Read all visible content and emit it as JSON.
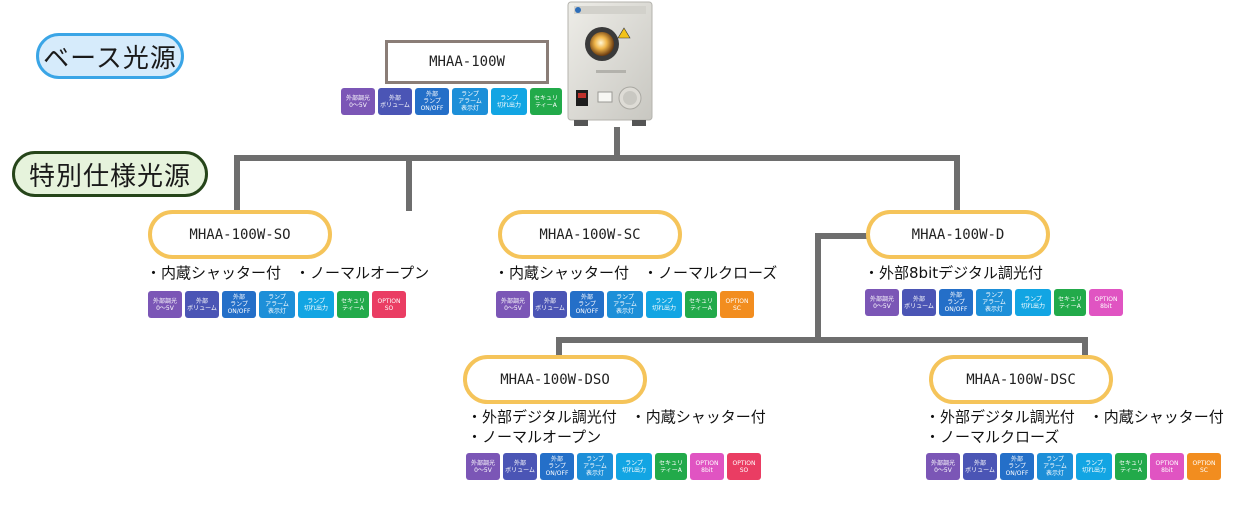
{
  "categories": {
    "base": "ベース光源",
    "special": "特別仕様光源"
  },
  "colors": {
    "connector": "#6e6e6e",
    "base_label_bg": "#d6ebfb",
    "base_label_border": "#3aa5e6",
    "special_label_bg": "#e6f3dc",
    "special_label_border": "#26451a",
    "pill_border": "#f5c45a",
    "base_model_border": "#8a7d77"
  },
  "badge_types": {
    "ext_dim": {
      "text": "外部調光\n0〜5V",
      "color": "#7b56b6"
    },
    "ext_vol": {
      "text": "外部\nボリューム",
      "color": "#4b55b5"
    },
    "ext_lamp": {
      "text": "外部\nランプ\nON/OFF",
      "color": "#246fc8"
    },
    "lamp_alarm": {
      "text": "ランプ\nアラーム\n表示灯",
      "color": "#1d8fd8"
    },
    "lamp_out": {
      "text": "ランプ\n切れ出力",
      "color": "#12a5e3"
    },
    "security": {
      "text": "セキュリ\nティーA",
      "color": "#22aa4a"
    },
    "opt_so": {
      "text": "OPTION\nSO",
      "color": "#ea3d63"
    },
    "opt_sc": {
      "text": "OPTION\nSC",
      "color": "#f28d1f"
    },
    "opt_8bit": {
      "text": "OPTION\n8bit",
      "color": "#e054c2"
    }
  },
  "models": {
    "base": {
      "name": "MHAA-100W",
      "badges": [
        "ext_dim",
        "ext_vol",
        "ext_lamp",
        "lamp_alarm",
        "lamp_out",
        "security"
      ]
    },
    "so": {
      "name": "MHAA-100W-SO",
      "desc": [
        "・内蔵シャッター付",
        "・ノーマルオープン"
      ],
      "badges": [
        "ext_dim",
        "ext_vol",
        "ext_lamp",
        "lamp_alarm",
        "lamp_out",
        "security",
        "opt_so"
      ]
    },
    "sc": {
      "name": "MHAA-100W-SC",
      "desc": [
        "・内蔵シャッター付",
        "・ノーマルクローズ"
      ],
      "badges": [
        "ext_dim",
        "ext_vol",
        "ext_lamp",
        "lamp_alarm",
        "lamp_out",
        "security",
        "opt_sc"
      ]
    },
    "d": {
      "name": "MHAA-100W-D",
      "desc": [
        "・外部8bitデジタル調光付"
      ],
      "badges": [
        "ext_dim",
        "ext_vol",
        "ext_lamp",
        "lamp_alarm",
        "lamp_out",
        "security",
        "opt_8bit"
      ]
    },
    "dso": {
      "name": "MHAA-100W-DSO",
      "desc_line1": [
        "・外部デジタル調光付",
        "・内蔵シャッター付"
      ],
      "desc_line2": "・ノーマルオープン",
      "badges": [
        "ext_dim",
        "ext_vol",
        "ext_lamp",
        "lamp_alarm",
        "lamp_out",
        "security",
        "opt_8bit",
        "opt_so"
      ]
    },
    "dsc": {
      "name": "MHAA-100W-DSC",
      "desc_line1": [
        "・外部デジタル調光付",
        "・内蔵シャッター付"
      ],
      "desc_line2": "・ノーマルクローズ",
      "badges": [
        "ext_dim",
        "ext_vol",
        "ext_lamp",
        "lamp_alarm",
        "lamp_out",
        "security",
        "opt_8bit",
        "opt_sc"
      ]
    }
  }
}
